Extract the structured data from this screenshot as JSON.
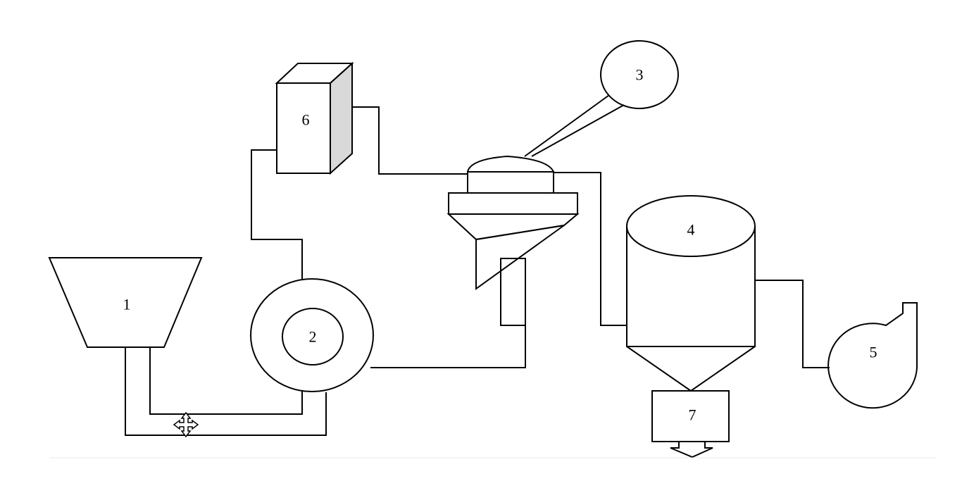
{
  "colors": {
    "stroke": "#000000",
    "background": "#ffffff",
    "box_side_shade": "#d9d9d9",
    "footer_rule": "#e8e8e8"
  },
  "components": [
    {
      "id": "1",
      "label": "1",
      "shape": "hopper"
    },
    {
      "id": "2",
      "label": "2",
      "shape": "mill"
    },
    {
      "id": "3",
      "label": "3",
      "shape": "balloon"
    },
    {
      "id": "4",
      "label": "4",
      "shape": "cyclone-tank"
    },
    {
      "id": "5",
      "label": "5",
      "shape": "fan"
    },
    {
      "id": "6",
      "label": "6",
      "shape": "box"
    },
    {
      "id": "7",
      "label": "7",
      "shape": "outlet"
    }
  ],
  "icons": {
    "move_cursor": "move-cursor-icon",
    "discharge_arrow": "down-arrow-icon"
  }
}
